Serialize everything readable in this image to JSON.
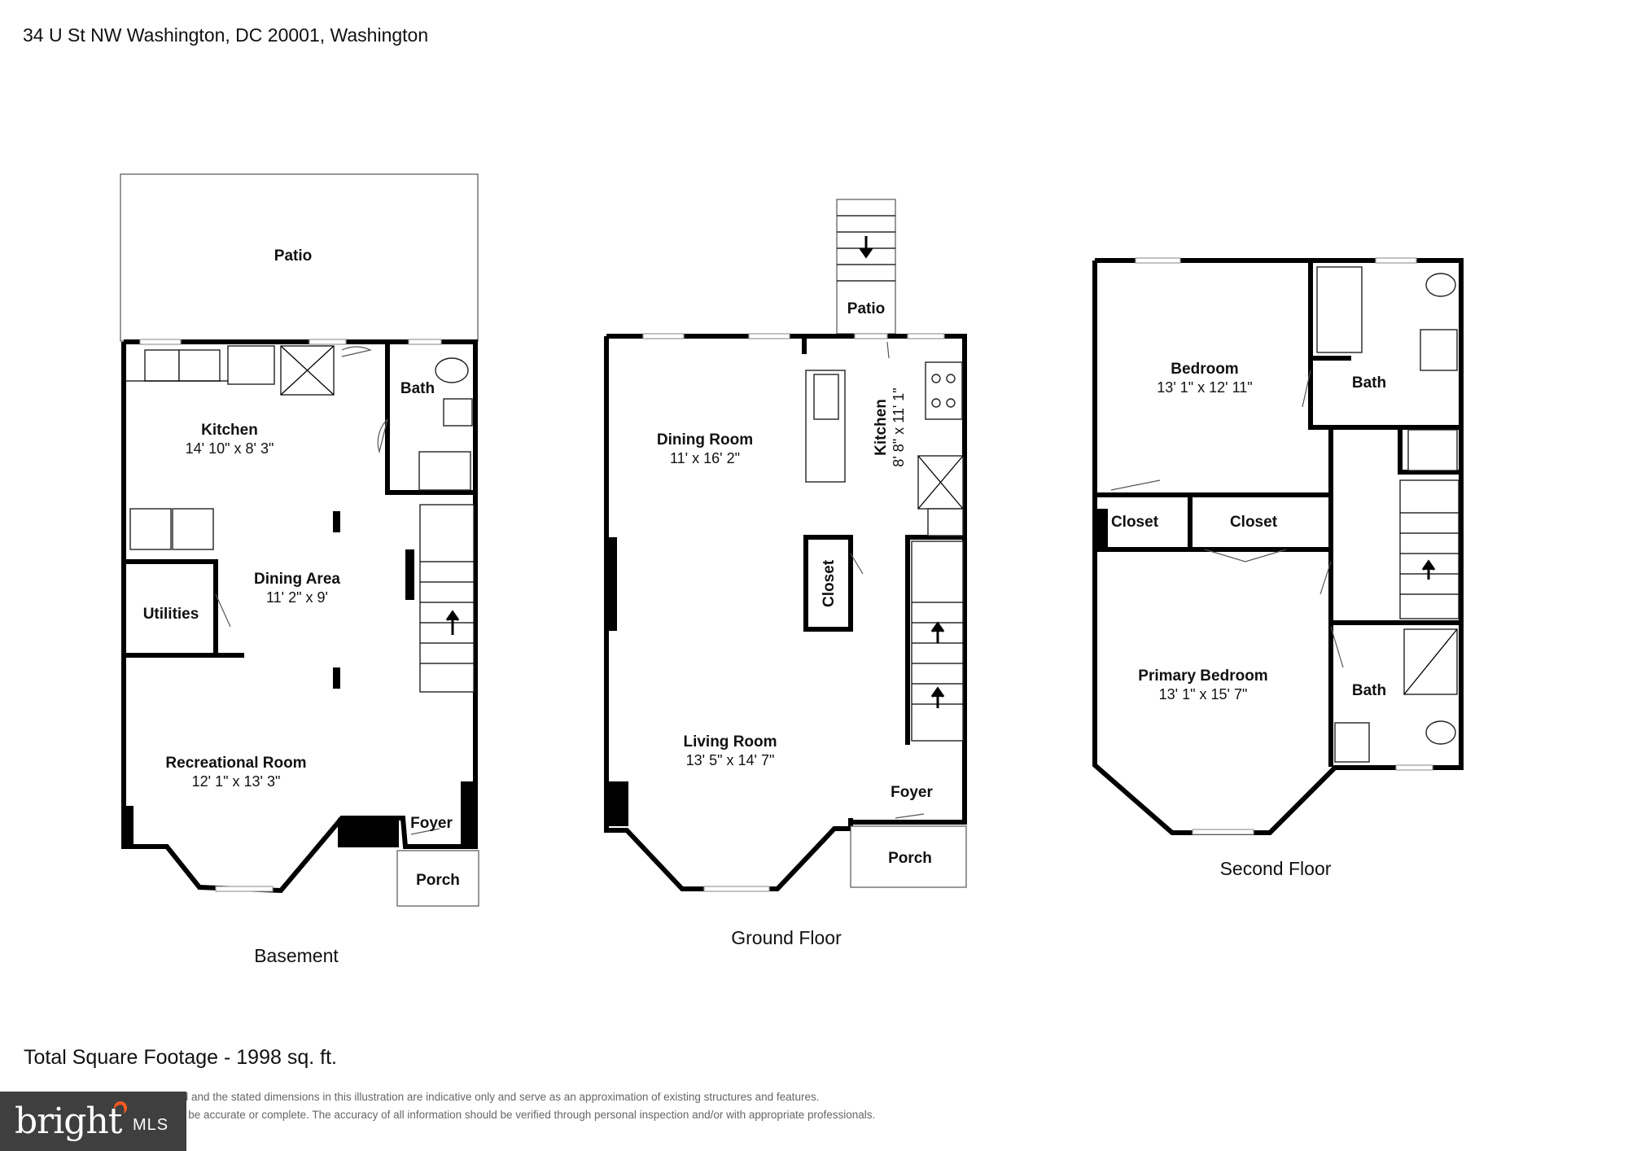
{
  "header": {
    "address": "34 U St NW Washington, DC 20001, Washington"
  },
  "footer": {
    "total_sqft": "Total Square Footage - 1998 sq. ft.",
    "disclaimer_line1": "ated and the stated dimensions in this illustration are indicative only and serve as an approximation of existing structures and features.",
    "disclaimer_line2": "d to be accurate or complete. The accuracy of all information should be verified through personal inspection and/or with appropriate professionals.",
    "logo_text": "bright",
    "logo_suffix": "MLS",
    "logo_accent": "#ff5a1f"
  },
  "floors": {
    "basement": {
      "label": "Basement",
      "rooms": {
        "patio": {
          "name": "Patio"
        },
        "kitchen": {
          "name": "Kitchen",
          "dims": "14' 10\" x 8' 3\""
        },
        "bath": {
          "name": "Bath"
        },
        "dining_area": {
          "name": "Dining Area",
          "dims": "11' 2\" x 9'"
        },
        "utilities": {
          "name": "Utilities"
        },
        "recreational_room": {
          "name": "Recreational Room",
          "dims": "12' 1\" x 13' 3\""
        },
        "foyer": {
          "name": "Foyer"
        },
        "porch": {
          "name": "Porch"
        }
      }
    },
    "ground": {
      "label": "Ground Floor",
      "rooms": {
        "patio": {
          "name": "Patio"
        },
        "dining_room": {
          "name": "Dining Room",
          "dims": "11' x 16' 2\""
        },
        "kitchen": {
          "name": "Kitchen",
          "dims": "8' 8\" x 11' 1\""
        },
        "closet": {
          "name": "Closet"
        },
        "living_room": {
          "name": "Living Room",
          "dims": "13' 5\" x 14' 7\""
        },
        "foyer": {
          "name": "Foyer"
        },
        "porch": {
          "name": "Porch"
        }
      }
    },
    "second": {
      "label": "Second Floor",
      "rooms": {
        "bedroom": {
          "name": "Bedroom",
          "dims": "13' 1\" x 12' 11\""
        },
        "bath_top": {
          "name": "Bath"
        },
        "closet_left": {
          "name": "Closet"
        },
        "closet_right": {
          "name": "Closet"
        },
        "primary_bedroom": {
          "name": "Primary Bedroom",
          "dims": "13' 1\" x 15' 7\""
        },
        "bath_bottom": {
          "name": "Bath"
        }
      }
    }
  }
}
